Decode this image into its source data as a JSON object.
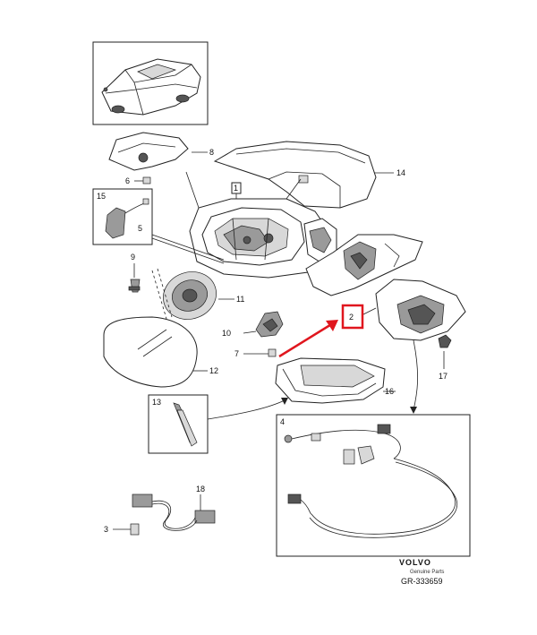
{
  "callouts": {
    "c1": "1",
    "c2": "2",
    "c3": "3",
    "c4": "4",
    "c5": "5",
    "c6": "6",
    "c7": "7",
    "c8": "8",
    "c9": "9",
    "c10": "10",
    "c11": "11",
    "c12": "12",
    "c13": "13",
    "c14": "14",
    "c15": "15",
    "c16": "16",
    "c17": "17",
    "c18": "18"
  },
  "footer": {
    "brand": "VOLVO",
    "subtitle": "Genuine Parts",
    "code": "GR-333659"
  },
  "colors": {
    "highlight": "#e0161e",
    "line": "#222222"
  }
}
